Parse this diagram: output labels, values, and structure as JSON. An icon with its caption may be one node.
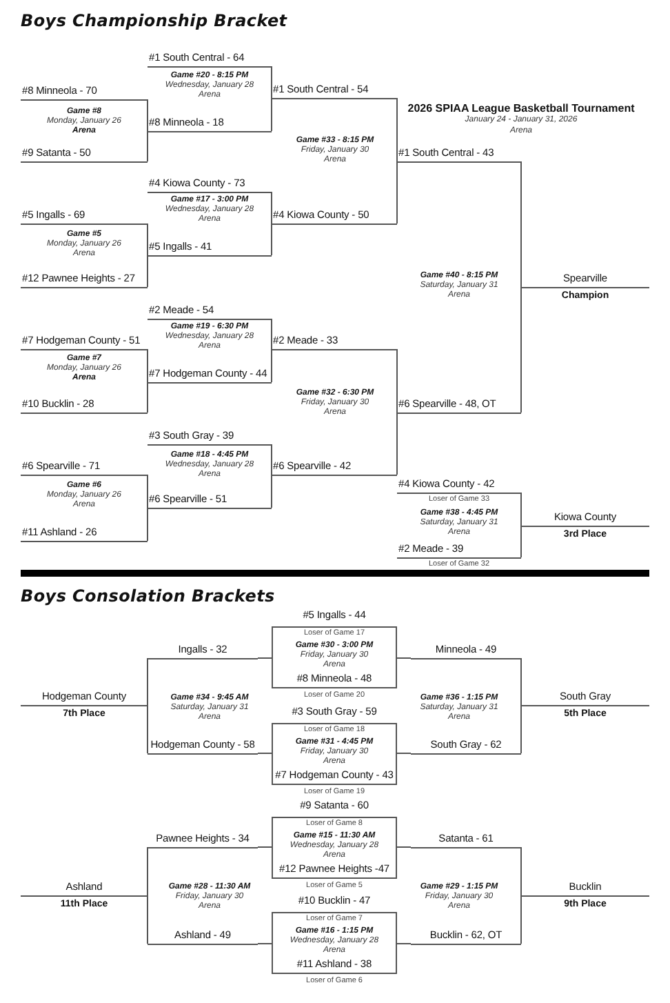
{
  "diagram": {
    "nodes": [
      {
        "text": [
          "#1 South Central - 64"
        ]
      },
      {
        "text": [
          "#8 Minneola - 70"
        ]
      },
      {
        "text": [
          "#1 South Central - 54"
        ]
      },
      {
        "text": [
          "#8 Minneola - 18"
        ]
      },
      {
        "text": [
          "#9 Satanta - 50"
        ]
      },
      {
        "text": [
          "#1 South Central - 43"
        ]
      },
      {
        "text": [
          "#4 Kiowa County - 73"
        ]
      },
      {
        "text": [
          "#5 Ingalls - 69"
        ]
      },
      {
        "text": [
          "#4 Kiowa County - 50"
        ]
      },
      {
        "text": [
          "#5 Ingalls - 41"
        ]
      },
      {
        "text": [
          "#12 Pawnee Heights - 27"
        ]
      },
      {
        "text": [
          "Spearville"
        ],
        "beside": [
          "Champion"
        ]
      },
      {
        "text": [
          "#2 Meade - 54"
        ]
      },
      {
        "text": [
          "#7 Hodgeman County - 51"
        ]
      },
      {
        "text": [
          "#2 Meade - 33"
        ]
      },
      {
        "text": [
          "#7 Hodgeman County - 44"
        ]
      },
      {
        "text": [
          "#10 Bucklin - 28"
        ]
      },
      {
        "text": [
          "#6 Spearville - 48, OT"
        ]
      },
      {
        "text": [
          "#3 South Gray - 39"
        ]
      },
      {
        "text": [
          "#6 Spearville - 71"
        ]
      },
      {
        "text": [
          "#6 Spearville - 42"
        ]
      },
      {
        "text": [
          "#6 Spearville - 51"
        ]
      },
      {
        "text": [
          "#11 Ashland - 26"
        ]
      },
      {
        "text": [
          "#4 Kiowa County - 42"
        ],
        "beside": [
          "Loser of Game 33"
        ]
      },
      {
        "text": [
          "Kiowa County"
        ],
        "beside": [
          "3rd Place"
        ]
      },
      {
        "text": [
          "#2 Meade - 39"
        ],
        "beside": [
          "Loser of Game 32"
        ]
      },
      {
        "text": [
          "#5 Ingalls - 44",
          "Loser of Game 17",
          "Game #30 - 3:00 PM",
          "Friday, January 30",
          "Arena",
          "#8 Minneola - 48"
        ],
        "beside": [
          "Loser of Game 20"
        ]
      },
      {
        "text": [
          "Ingalls - 32"
        ]
      },
      {
        "text": [
          "Minneola - 49"
        ]
      },
      {
        "text": [
          "Hodgeman County"
        ],
        "beside": [
          "7th Place"
        ]
      },
      {
        "text": [
          "South Gray"
        ],
        "beside": [
          "5th Place"
        ]
      },
      {
        "text": [
          "#3 South Gray - 59",
          "Loser of Game 18",
          "Game #31 - 4:45 PM",
          "Friday, January 30",
          "Arena",
          "#7 Hodgeman County - 43"
        ],
        "beside": [
          "Loser of Game 19"
        ]
      },
      {
        "text": [
          "Hodgeman County - 58"
        ]
      },
      {
        "text": [
          "South Gray - 62"
        ]
      },
      {
        "text": [
          "#9 Satanta - 60",
          "Loser of Game 8",
          "Game #15 - 11:30 AM",
          "Wednesday, January 28",
          "Arena",
          "#12 Pawnee Heights -47"
        ],
        "beside": [
          "Loser of Game 5"
        ]
      },
      {
        "text": [
          "Pawnee Heights - 34"
        ]
      },
      {
        "text": [
          "Satanta - 61"
        ]
      },
      {
        "text": [
          "Ashland"
        ],
        "beside": [
          "11th Place"
        ]
      },
      {
        "text": [
          "Bucklin"
        ],
        "beside": [
          "9th Place"
        ]
      },
      {
        "text": [
          "#10 Bucklin - 47",
          "Loser of Game 7",
          "Game #16 - 1:15 PM",
          "Wednesday, January 28",
          "Arena",
          "#11 Ashland - 38"
        ],
        "beside": [
          "Loser of Game 6"
        ]
      },
      {
        "text": [
          "Ashland - 49"
        ]
      },
      {
        "text": [
          "Bucklin - 62, OT"
        ]
      }
    ],
    "edges": [
      {
        "from": 1,
        "to": 3,
        "arrow": "none"
      },
      {
        "from": 4,
        "to": 3,
        "arrow": "none"
      },
      {
        "from": 0,
        "to": 2,
        "arrow": "none"
      },
      {
        "from": 3,
        "to": 2,
        "arrow": "none"
      },
      {
        "from": 7,
        "to": 9,
        "arrow": "none"
      },
      {
        "from": 10,
        "to": 9,
        "arrow": "none"
      },
      {
        "from": 6,
        "to": 8,
        "arrow": "none"
      },
      {
        "from": 9,
        "to": 8,
        "arrow": "none"
      },
      {
        "from": 2,
        "to": 5,
        "arrow": "none"
      },
      {
        "from": 8,
        "to": 5,
        "arrow": "none"
      },
      {
        "from": 13,
        "to": 15,
        "arrow": "none"
      },
      {
        "from": 16,
        "to": 15,
        "arrow": "none"
      },
      {
        "from": 12,
        "to": 14,
        "arrow": "none"
      },
      {
        "from": 15,
        "to": 14,
        "arrow": "none"
      },
      {
        "from": 19,
        "to": 21,
        "arrow": "none"
      },
      {
        "from": 22,
        "to": 21,
        "arrow": "none"
      },
      {
        "from": 18,
        "to": 20,
        "arrow": "none"
      },
      {
        "from": 21,
        "to": 20,
        "arrow": "none"
      },
      {
        "from": 14,
        "to": 17,
        "arrow": "none"
      },
      {
        "from": 20,
        "to": 17,
        "arrow": "none"
      },
      {
        "from": 5,
        "to": 11,
        "arrow": "none"
      },
      {
        "from": 17,
        "to": 11,
        "arrow": "none"
      },
      {
        "from": 23,
        "to": 24,
        "arrow": "none"
      },
      {
        "from": 25,
        "to": 24,
        "arrow": "none"
      },
      {
        "from": 26,
        "to": 27,
        "arrow": "none"
      },
      {
        "from": 26,
        "to": 28,
        "arrow": "none"
      },
      {
        "from": 31,
        "to": 32,
        "arrow": "none"
      },
      {
        "from": 31,
        "to": 33,
        "arrow": "none"
      },
      {
        "from": 27,
        "to": 29,
        "arrow": "none"
      },
      {
        "from": 32,
        "to": 29,
        "arrow": "none"
      },
      {
        "from": 28,
        "to": 30,
        "arrow": "none"
      },
      {
        "from": 33,
        "to": 30,
        "arrow": "none"
      },
      {
        "from": 34,
        "to": 35,
        "arrow": "none"
      },
      {
        "from": 34,
        "to": 36,
        "arrow": "none"
      },
      {
        "from": 39,
        "to": 40,
        "arrow": "none"
      },
      {
        "from": 39,
        "to": 41,
        "arrow": "none"
      },
      {
        "from": 35,
        "to": 37,
        "arrow": "none"
      },
      {
        "from": 40,
        "to": 37,
        "arrow": "none"
      },
      {
        "from": 36,
        "to": 38,
        "arrow": "none"
      },
      {
        "from": 41,
        "to": 38,
        "arrow": "none"
      }
    ],
    "labels": [
      "Boys Championship Bracket",
      "Game #20 - 8:15 PM",
      "Wednesday, January 28",
      "Arena",
      "2026 SPIAA League Basketball Tournament",
      "January 24 - January 31, 2026",
      "Arena",
      "Game #8",
      "Monday, January 26",
      "Arena",
      "Game #33 - 8:15 PM",
      "Friday, January 30",
      "Arena",
      "Game #17 - 3:00 PM",
      "Wednesday, January 28",
      "Arena",
      "Game #5",
      "Monday, January 26",
      "Arena",
      "Game #40 - 8:15 PM",
      "Saturday, January 31",
      "Arena",
      "Game #19 - 6:30 PM",
      "Wednesday, January 28",
      "Arena",
      "Game #7",
      "Monday, January 26",
      "Arena",
      "Game #32 - 6:30 PM",
      "Friday, January 30",
      "Arena",
      "Game #18 - 4:45 PM",
      "Wednesday, January 28",
      "Arena",
      "Game #6",
      "Monday, January 26",
      "Arena",
      "Game #38 - 4:45 PM",
      "Saturday, January 31",
      "Arena",
      "Boys Consolation Brackets",
      "Game #34 - 9:45 AM",
      "Saturday, January 31",
      "Arena",
      "Game #36 - 1:15 PM",
      "Saturday, January 31",
      "Arena",
      "Game #28 - 11:30 AM",
      "Friday, January 30",
      "Arena",
      "Game #29 - 1:15 PM",
      "Friday, January 30",
      "Arena"
    ]
  }
}
